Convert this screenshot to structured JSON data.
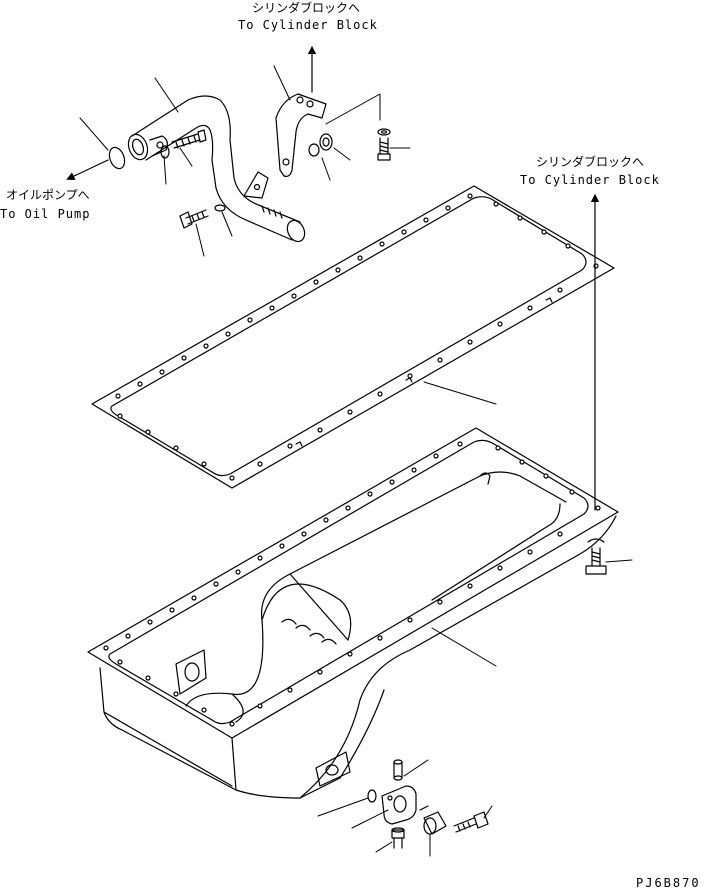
{
  "labels": {
    "cyl_block_top_jp": "シリンダブロックへ",
    "cyl_block_top_en": "To Cylinder Block",
    "cyl_block_right_jp": "シリンダブロックへ",
    "cyl_block_right_en": "To Cylinder Block",
    "oil_pump_jp": "オイルポンプへ",
    "oil_pump_en": "To Oil Pump",
    "drawing_code": "PJ6B870"
  },
  "colors": {
    "ink": "#000000",
    "paper": "#ffffff"
  }
}
